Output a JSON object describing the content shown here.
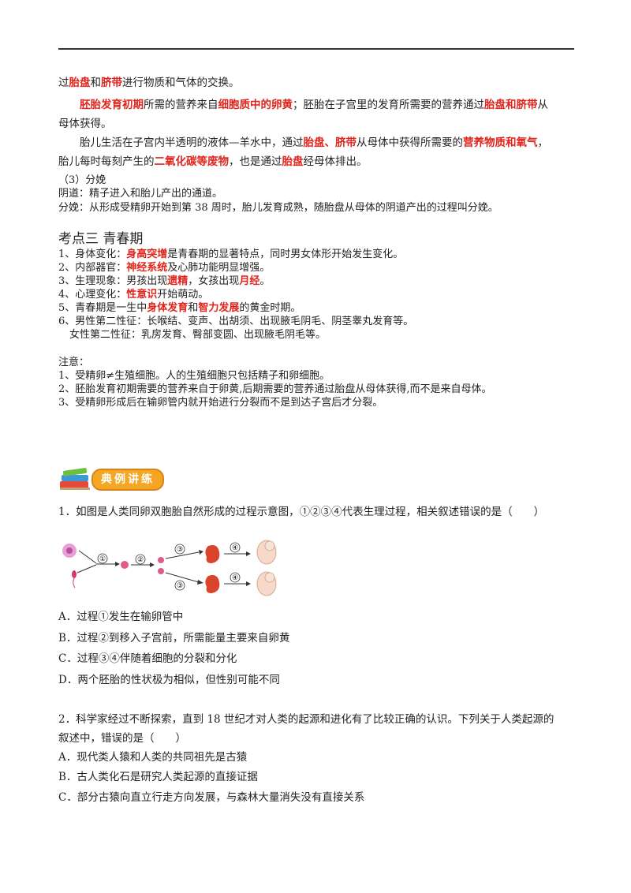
{
  "section1": {
    "l1": {
      "a": "过",
      "b": "胎盘",
      "c": "和",
      "d": "脐带",
      "e": "进行物质和气体的交换。"
    },
    "l2": {
      "a": "胚胎发育初期",
      "b": "所需的营养来自",
      "c": "细胞质中的卵黄",
      "d": "；胚胎在子宫里的发育所需要的营养通过",
      "e": "胎盘和脐带",
      "f": "从"
    },
    "l3": "母体获得。",
    "l4": {
      "a": "胎儿生活在子宫内半透明的液体—羊水中，通过",
      "b": "胎盘、脐带",
      "c": "从母体中获得所需要的",
      "d": "营养物质和氧气",
      "e": "，"
    },
    "l5": {
      "a": "胎儿每时每刻产生的",
      "b": "二氧化碳等废物",
      "c": "，也是通过",
      "d": "胎盘",
      "e": "经母体排出。"
    },
    "l6": "（3）分娩",
    "l7": "阴道：精子进入和胎儿产出的通道。",
    "l8": "分娩：从形成受精卵开始到第 38 周时，胎儿发育成熟，随胎盘从母体的阴道产出的过程叫分娩。"
  },
  "section2": {
    "title": "考点三  青春期",
    "i1": {
      "a": "1、身体变化：",
      "b": "身高突增",
      "c": "是青春期的显著特点，同时男女体形开始发生变化。"
    },
    "i2": {
      "a": "2、内部器官：",
      "b": "神经系统",
      "c": "及心肺功能明显增强。"
    },
    "i3": {
      "a": "3、生理现象：男孩出现",
      "b": "遗精",
      "c": "，女孩出现",
      "d": "月经",
      "e": "。"
    },
    "i4": {
      "a": "4、心理变化：",
      "b": "性意识",
      "c": "开始萌动。"
    },
    "i5": {
      "a": "5、青春期是一生中",
      "b": "身体发育",
      "c": "和",
      "d": "智力发展",
      "e": "的黄金时期。"
    },
    "i6": "6、男性第二性征：长喉结、变声、出胡须、出现腋毛阴毛、阴茎睾丸发育等。",
    "i7": "女性第二性征：乳房发育、臀部变圆、出现腋毛阴毛等。"
  },
  "notes": {
    "title": "注意：",
    "n1": "1、受精卵≠生殖细胞。人的生殖细胞只包括精子和卵细胞。",
    "n2": "2、胚胎发育初期需要的营养来自于卵黄,后期需要的营养通过胎盘从母体获得,而不是来自母体。",
    "n3": "3、受精卵形成后在输卵管内就开始进行分裂而不是到达子宫后才分裂。"
  },
  "badge": "典例讲练",
  "q1": {
    "stem": "1．如图是人类同卵双胞胎自然形成的过程示意图，①②③④代表生理过程，相关叙述错误的是（　　）",
    "labels": {
      "one": "①",
      "two": "②",
      "three": "③",
      "four": "④"
    },
    "options": [
      "A．过程①发生在输卵管中",
      "B．过程②到移入子宫前，所需能量主要来自卵黄",
      "C．过程③④伴随着细胞的分裂和分化",
      "D．两个胚胎的性状极为相似，但性别可能不同"
    ]
  },
  "q2": {
    "stem1": "2．科学家经过不断探索，直到 18 世纪才对人类的起源和进化有了比较正确的认识。下列关于人类起源的",
    "stem2": "叙述中，错误的是（　　）",
    "options": [
      "A．现代类人猿和人类的共同祖先是古猿",
      "B．古人类化石是研究人类起源的直接证据",
      "C．部分古猿向直立行走方向发展，与森林大量消失没有直接关系"
    ]
  }
}
